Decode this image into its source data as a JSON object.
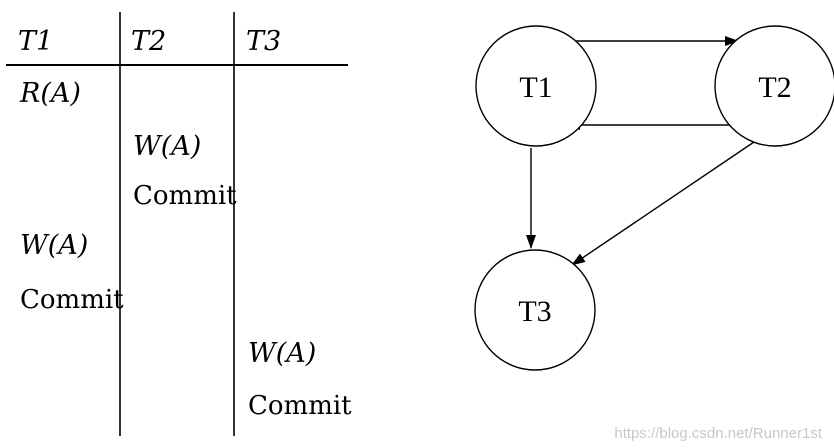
{
  "schedule": {
    "headers": [
      "T1",
      "T2",
      "T3"
    ],
    "operations": [
      {
        "column": 0,
        "row": 0,
        "text": "R(A)",
        "kind": "math"
      },
      {
        "column": 1,
        "row": 1,
        "text": "W(A)",
        "kind": "math"
      },
      {
        "column": 1,
        "row": 2,
        "text": "Commit",
        "kind": "text"
      },
      {
        "column": 0,
        "row": 3,
        "text": "W(A)",
        "kind": "math"
      },
      {
        "column": 0,
        "row": 4,
        "text": "Commit",
        "kind": "text"
      },
      {
        "column": 2,
        "row": 5,
        "text": "W(A)",
        "kind": "math"
      },
      {
        "column": 2,
        "row": 6,
        "text": "Commit",
        "kind": "text"
      }
    ]
  },
  "graph": {
    "nodes": [
      {
        "id": "T1",
        "label": "T1"
      },
      {
        "id": "T2",
        "label": "T2"
      },
      {
        "id": "T3",
        "label": "T3"
      }
    ],
    "edges": [
      {
        "from": "T1",
        "to": "T2"
      },
      {
        "from": "T2",
        "to": "T1"
      },
      {
        "from": "T1",
        "to": "T3"
      },
      {
        "from": "T2",
        "to": "T3"
      }
    ]
  },
  "watermark": "https://blog.csdn.net/Runner1st",
  "colors": {
    "ink": "#000000",
    "watermark": "#c8c8c8",
    "background": "#ffffff"
  }
}
